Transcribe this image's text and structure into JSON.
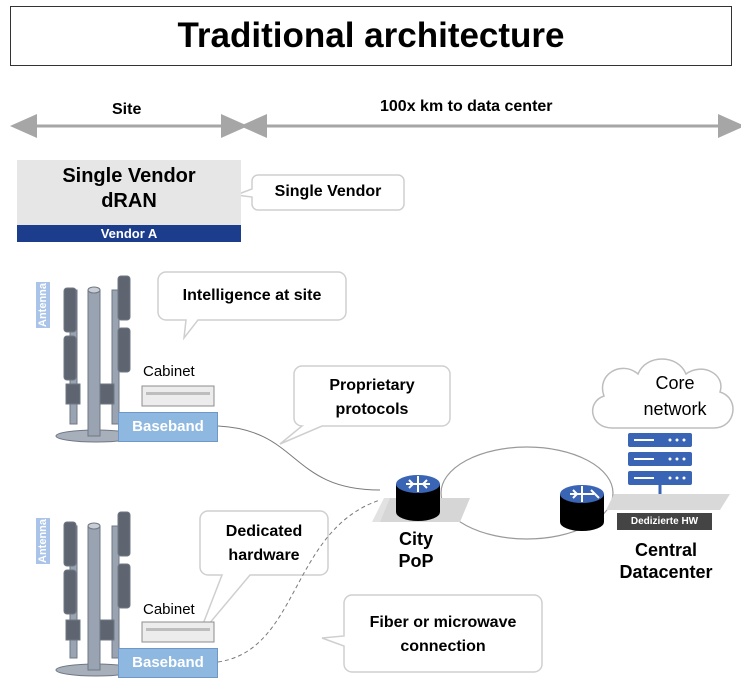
{
  "title": "Traditional architecture",
  "header": {
    "site": "Site",
    "distance": "100x km to data center"
  },
  "vendor": {
    "name_line1": "Single Vendor",
    "name_line2": "dRAN",
    "bar": "Vendor A"
  },
  "callouts": {
    "single_vendor": "Single Vendor",
    "intelligence": "Intelligence at site",
    "proprietary_line1": "Proprietary",
    "proprietary_line2": "protocols",
    "dedicated_line1": "Dedicated",
    "dedicated_line2": "hardware",
    "fiber_line1": "Fiber or microwave",
    "fiber_line2": "connection",
    "core_line1": "Core",
    "core_line2": "network"
  },
  "sites": [
    {
      "antenna": "Antenna",
      "cabinet": "Cabinet",
      "baseband": "Baseband"
    },
    {
      "antenna": "Antenna",
      "cabinet": "Cabinet",
      "baseband": "Baseband"
    }
  ],
  "nodes": {
    "city_line1": "City",
    "city_line2": "PoP",
    "central_line1": "Central",
    "central_line2": "Datacenter",
    "dedicated_hw": "Dedizierte HW"
  },
  "colors": {
    "vendor_bar": "#1c3c8c",
    "baseband": "#8fb8e0",
    "server": "#3a64b4",
    "arrow": "#a6a6a6"
  }
}
